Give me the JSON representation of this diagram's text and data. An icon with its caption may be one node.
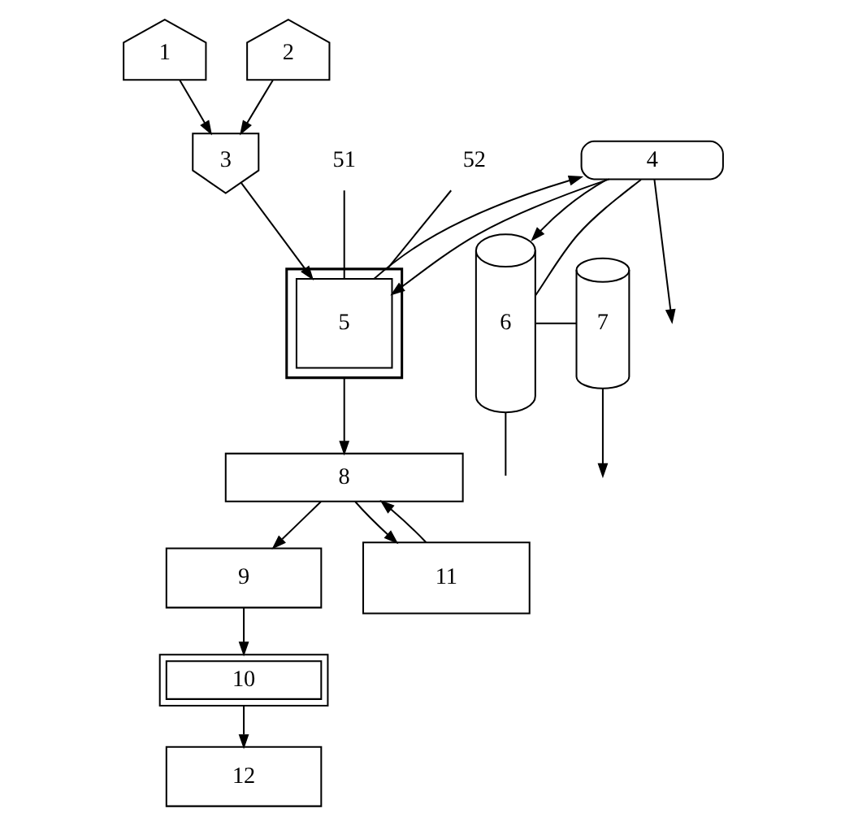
{
  "diagram": {
    "nodes": [
      {
        "text": [
          "1"
        ]
      },
      {
        "text": [
          "2"
        ]
      },
      {
        "text": [
          "3"
        ]
      },
      {
        "text": [
          "4"
        ]
      },
      {
        "text": [],
        "shape": "box"
      },
      {
        "text": [
          "5"
        ],
        "in": 4
      },
      {
        "text": [
          "51"
        ]
      },
      {
        "text": [
          "52"
        ]
      },
      {
        "text": [
          "6"
        ]
      },
      {
        "text": [
          "7"
        ]
      },
      {
        "text": [
          "8"
        ]
      },
      {
        "text": [
          "9"
        ]
      },
      {
        "text": [
          "10"
        ]
      },
      {
        "text": [
          "11"
        ]
      },
      {
        "text": [
          "12"
        ]
      }
    ],
    "edges": [
      {
        "from": 0,
        "to": 2,
        "arrow": "to"
      },
      {
        "from": 1,
        "to": 2,
        "arrow": "to"
      },
      {
        "from": 2,
        "to": 5,
        "arrow": "to"
      },
      {
        "from": 5,
        "to": 3,
        "arrow": "to"
      },
      {
        "from": 3,
        "to": 5,
        "arrow": "to"
      },
      {
        "from": 3,
        "to": 8,
        "arrow": "to"
      },
      {
        "from": 3,
        "to": null,
        "arrow": "to"
      },
      {
        "from": 8,
        "to": 3,
        "arrow": "none"
      },
      {
        "from": 8,
        "to": 9,
        "arrow": "none"
      },
      {
        "from": 8,
        "to": null,
        "arrow": "none"
      },
      {
        "from": 9,
        "to": null,
        "arrow": "to"
      },
      {
        "from": 4,
        "to": 10,
        "arrow": "to"
      },
      {
        "from": 13,
        "to": 10,
        "arrow": "to"
      },
      {
        "from": 10,
        "to": 13,
        "arrow": "to"
      },
      {
        "from": 10,
        "to": 11,
        "arrow": "to"
      },
      {
        "from": 11,
        "to": 12,
        "arrow": "to"
      },
      {
        "from": 12,
        "to": 14,
        "arrow": "to"
      },
      {
        "from": 6,
        "to": 5,
        "arrow": "none"
      },
      {
        "from": 7,
        "to": 4,
        "arrow": "none"
      }
    ]
  }
}
